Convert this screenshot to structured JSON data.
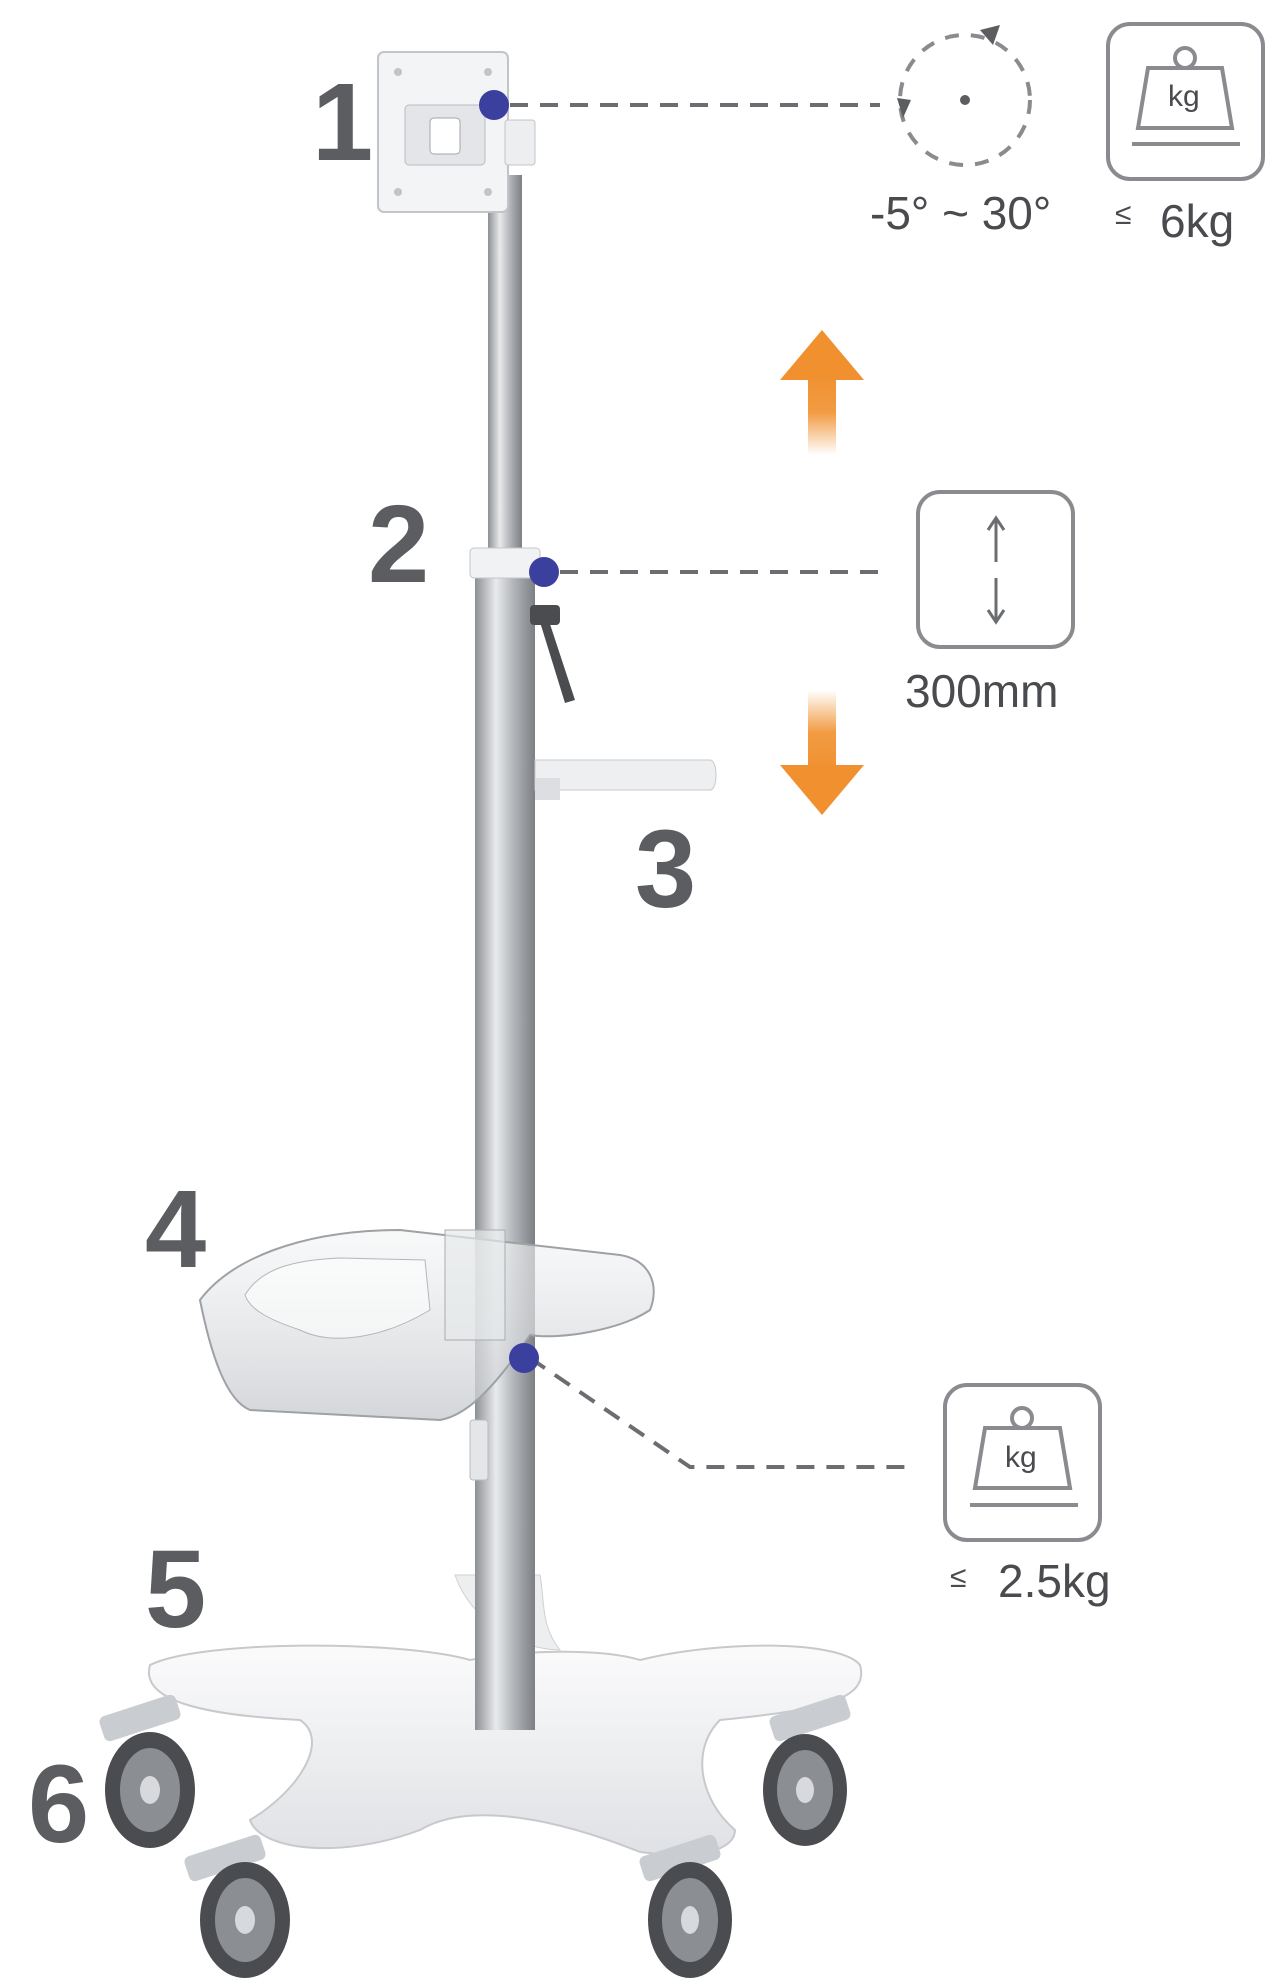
{
  "callouts": {
    "item1": {
      "number": "1",
      "tilt_range": "-5° ~ 30°",
      "le_symbol": "≤",
      "load": "6kg",
      "weight_icon_text": "kg",
      "rotate_icon": "rotate-arrow-icon",
      "weight_icon": "weight-scale-icon"
    },
    "item2": {
      "number": "2",
      "height_adjust": "300mm",
      "height_icon": "up-down-arrow-icon",
      "up_arrow": "orange-up-arrow-icon",
      "down_arrow": "orange-down-arrow-icon"
    },
    "item3": {
      "number": "3"
    },
    "item4": {
      "number": "4",
      "le_symbol": "≤",
      "load": "2.5kg",
      "weight_icon_text": "kg",
      "weight_icon": "weight-scale-icon"
    },
    "item5": {
      "number": "5"
    },
    "item6": {
      "number": "6"
    }
  },
  "colors": {
    "marker": "#3b3f9e",
    "accent_arrow": "#f0902e",
    "label_gray": "#5b5d60",
    "line_gray": "#6b6d70",
    "icon_border": "#8a8b8e"
  }
}
